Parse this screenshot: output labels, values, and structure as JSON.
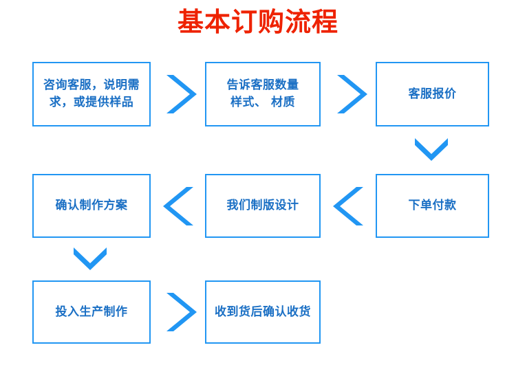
{
  "title": "基本订购流程",
  "colors": {
    "title": "#ee2200",
    "box_border": "#2196f3",
    "box_text": "#1a6fc4",
    "arrow": "#2196f3",
    "background": "#ffffff"
  },
  "steps": [
    {
      "id": 1,
      "label": "咨询客服，说明需\n求，或提供样品"
    },
    {
      "id": 2,
      "label": "告诉客服数量\n样式、 材质"
    },
    {
      "id": 3,
      "label": "客服报价"
    },
    {
      "id": 4,
      "label": "下单付款"
    },
    {
      "id": 5,
      "label": "我们制版设计"
    },
    {
      "id": 6,
      "label": "确认制作方案"
    },
    {
      "id": 7,
      "label": "投入生产制作"
    },
    {
      "id": 8,
      "label": "收到货后确认收货"
    }
  ],
  "arrows": [
    {
      "id": 1,
      "direction": "right",
      "from": 1,
      "to": 2,
      "icon": "chevron-right-icon"
    },
    {
      "id": 2,
      "direction": "right",
      "from": 2,
      "to": 3,
      "icon": "chevron-right-icon"
    },
    {
      "id": 3,
      "direction": "down",
      "from": 3,
      "to": 4,
      "icon": "chevron-down-icon"
    },
    {
      "id": 4,
      "direction": "left",
      "from": 4,
      "to": 5,
      "icon": "chevron-left-icon"
    },
    {
      "id": 5,
      "direction": "left",
      "from": 5,
      "to": 6,
      "icon": "chevron-left-icon"
    },
    {
      "id": 6,
      "direction": "down",
      "from": 6,
      "to": 7,
      "icon": "chevron-down-icon"
    },
    {
      "id": 7,
      "direction": "right",
      "from": 7,
      "to": 8,
      "icon": "chevron-right-icon"
    }
  ]
}
